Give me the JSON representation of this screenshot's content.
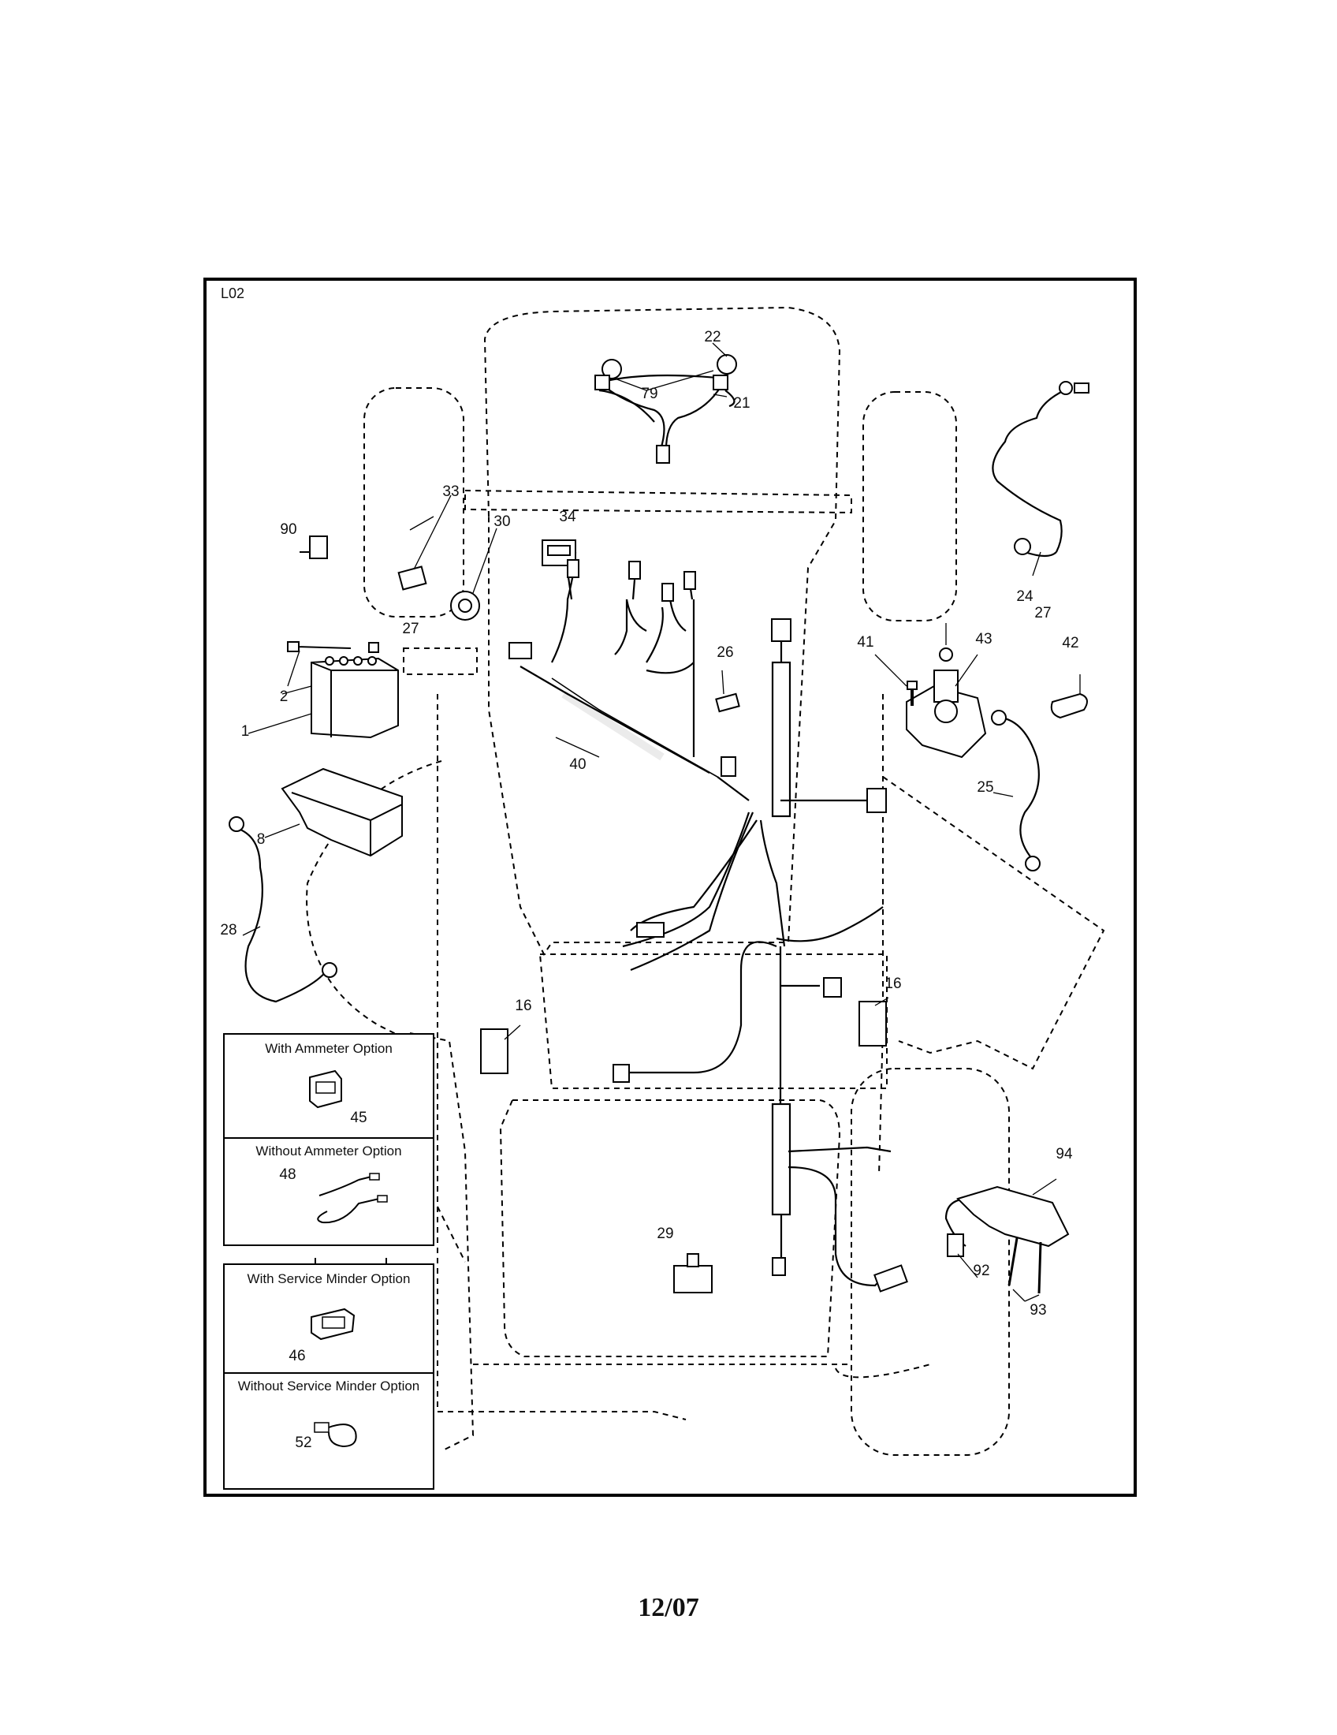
{
  "diagram_id": "L02",
  "footer_date": "12/07",
  "callouts": [
    "22",
    "79",
    "21",
    "24",
    "33",
    "30",
    "90",
    "34",
    "27",
    "2",
    "1",
    "26",
    "40",
    "41",
    "43",
    "42",
    "8",
    "28",
    "25",
    "16",
    "29",
    "94",
    "92",
    "93"
  ],
  "options": {
    "ammeter": {
      "with_label": "With Ammeter Option",
      "with_part": "45",
      "without_label": "Without Ammeter Option",
      "without_part": "48"
    },
    "service_minder": {
      "with_label": "With Service Minder Option",
      "with_part": "46",
      "without_label": "Without Service Minder Option",
      "without_part": "52"
    }
  }
}
